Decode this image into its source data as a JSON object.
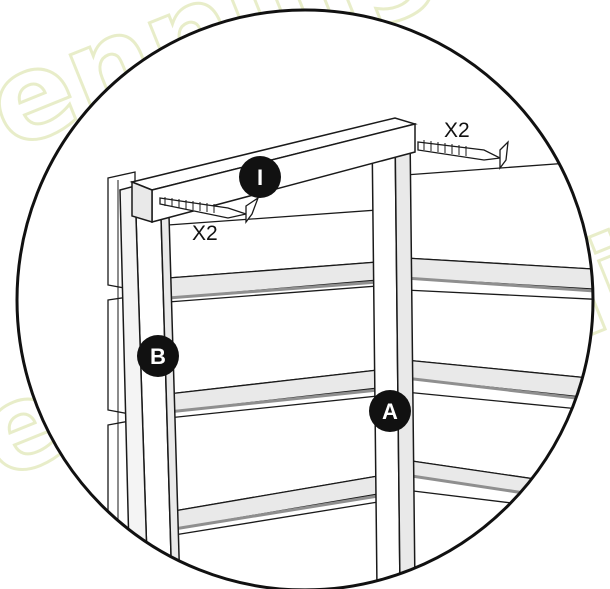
{
  "diagram": {
    "part_labels": {
      "top_rail": "I",
      "left_post": "B",
      "right_post": "A"
    },
    "quantities": {
      "left_screws": "X2",
      "right_screws": "X2"
    },
    "watermark": "enning"
  },
  "colors": {
    "line": "#1a1a1a",
    "board_face": "#ffffff",
    "board_shade": "#e9e9e9",
    "slat_dark": "#8f8f8f",
    "callout_fill": "#111111",
    "watermark": "#e6ecc4"
  }
}
